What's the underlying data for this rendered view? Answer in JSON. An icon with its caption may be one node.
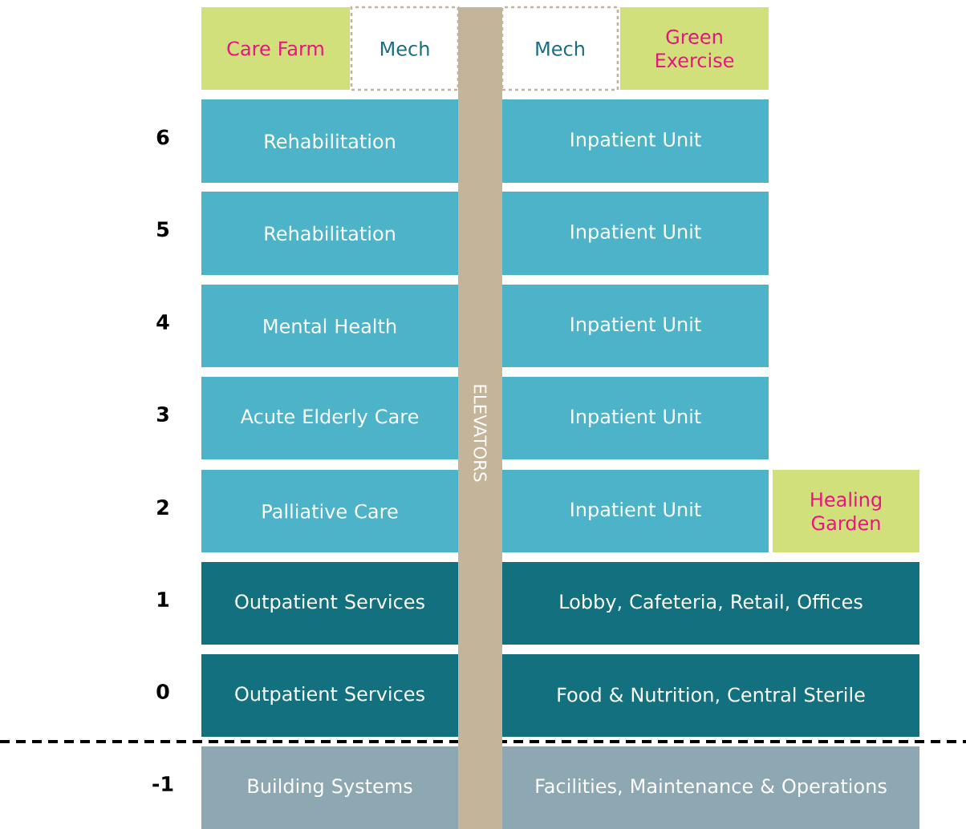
{
  "diagram": {
    "nodes": [
      {
        "text": [
          "Care Farm"
        ]
      },
      {
        "text": [
          "Mech"
        ]
      },
      {
        "text": [
          "Mech"
        ]
      },
      {
        "text": [
          "Green Exercise"
        ]
      },
      {
        "text": [
          "ELEVATORS"
        ]
      },
      {
        "text": [
          "Rehabilitation"
        ]
      },
      {
        "text": [
          "Inpatient Unit"
        ]
      },
      {
        "text": [
          "Rehabilitation"
        ]
      },
      {
        "text": [
          "Inpatient Unit"
        ]
      },
      {
        "text": [
          "Mental Health"
        ]
      },
      {
        "text": [
          "Inpatient Unit"
        ]
      },
      {
        "text": [
          "Acute Elderly Care"
        ]
      },
      {
        "text": [
          "Inpatient Unit"
        ]
      },
      {
        "text": [
          "Palliative Care"
        ]
      },
      {
        "text": [
          "Inpatient Unit"
        ]
      },
      {
        "text": [
          "Healing Garden"
        ]
      },
      {
        "text": [
          "Outpatient Services"
        ]
      },
      {
        "text": [
          "Lobby, Cafeteria, Retail, Offices"
        ]
      },
      {
        "text": [
          "Outpatient Services"
        ]
      },
      {
        "text": [
          "Food & Nutrition, Central Sterile"
        ]
      },
      {
        "text": [
          "Building Systems"
        ]
      },
      {
        "text": [
          "Facilities, Maintenance & Operations"
        ]
      }
    ],
    "labels": [
      "6",
      "5",
      "4",
      "3",
      "2",
      "1",
      "0",
      "-1"
    ]
  }
}
